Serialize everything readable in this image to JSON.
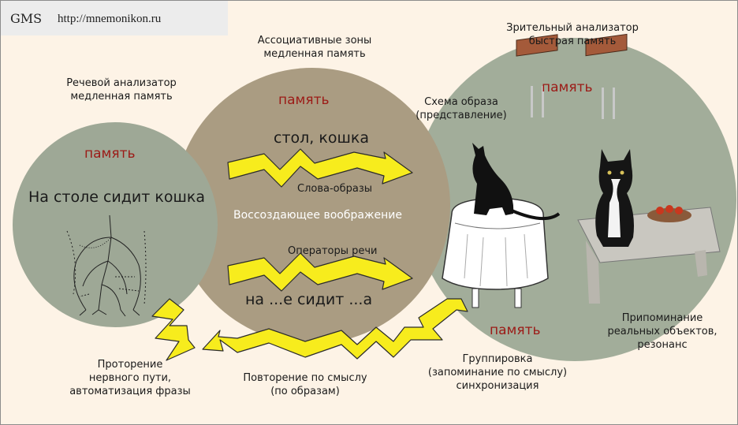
{
  "brand": {
    "name": "GMS",
    "url": "http://mnemonikon.ru"
  },
  "zones": {
    "speech": {
      "title": "Речевой анализатор\nмедленная память",
      "memory": "память",
      "phrase": "На столе сидит кошка"
    },
    "assoc": {
      "title": "Ассоциативные зоны\nмедленная память",
      "memory": "память",
      "words": "стол, кошка",
      "arrow_top_label": "Слова-образы",
      "center": "Воссоздающее воображение",
      "arrow_bottom_label": "Операторы речи",
      "template": "на ...е сидит ...а"
    },
    "visual": {
      "title": "Зрительный анализатор\nбыстрая память",
      "memory_top": "память",
      "scheme": "Схема образа\n(представление)",
      "memory_bottom": "память",
      "recall": "Припоминание\nреальных объектов,\nрезонанс"
    }
  },
  "bottom": {
    "left": "Проторение\nнервного пути,\nавтоматизация фразы",
    "middle": "Повторение по смыслу\n(по образам)",
    "right": "Группировка\n(запоминание по смыслу)\nсинхронизация"
  },
  "colors": {
    "speech_circle": "#9ea896",
    "assoc_circle": "#aa9c82",
    "visual_circle": "#a2ad9a",
    "arrow": "#f7ec1d",
    "memory_text": "#9c1b17"
  }
}
